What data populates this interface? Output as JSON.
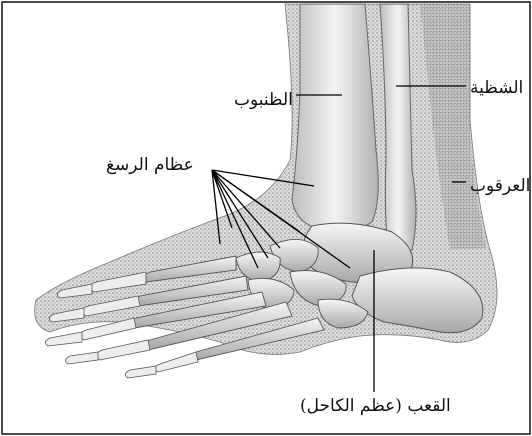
{
  "labels": {
    "tibia": "الظنبوب",
    "fibula": "الشظية",
    "achilles": "العرقوب",
    "tarsals": "عظام الرسغ",
    "talus": "القعب (عظم الكاحل)"
  },
  "colors": {
    "frame": "#111111",
    "bone_light": "#f3f3f3",
    "bone_shade": "#9a9a9a",
    "tissue": "#d6d6d6",
    "line": "#000000"
  }
}
